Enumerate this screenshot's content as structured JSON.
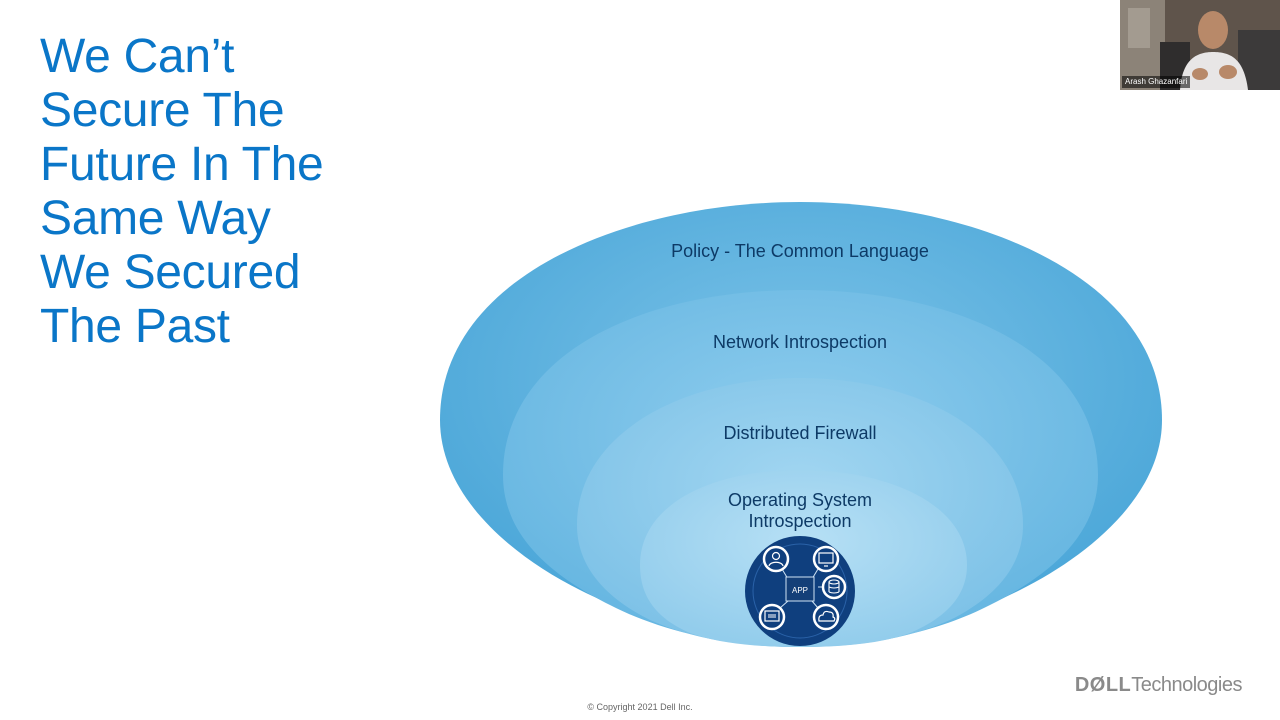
{
  "slide": {
    "title_lines": [
      "We Can’t",
      "Secure The",
      "Future In The",
      "Same Way",
      "We Secured",
      "The Past"
    ],
    "layers": {
      "policy": "Policy - The Common Language",
      "network": "Network Introspection",
      "firewall": "Distributed Firewall",
      "os_line1": "Operating System",
      "os_line2": "Introspection"
    },
    "app_hub_label": "APP",
    "copyright": "© Copyright 2021 Dell Inc.",
    "brand": {
      "dell": "DØLL",
      "technologies": "Technologies"
    }
  },
  "video": {
    "participant_name": "Arash Ghazanfari"
  },
  "colors": {
    "title": "#0a76c8",
    "layer_text": "#0d3a66",
    "outer_layer": "#5aaedc",
    "hub": "#0f3f7e"
  },
  "icons": [
    "user-icon",
    "monitor-icon",
    "database-icon",
    "laptop-icon",
    "cloud-icon"
  ]
}
